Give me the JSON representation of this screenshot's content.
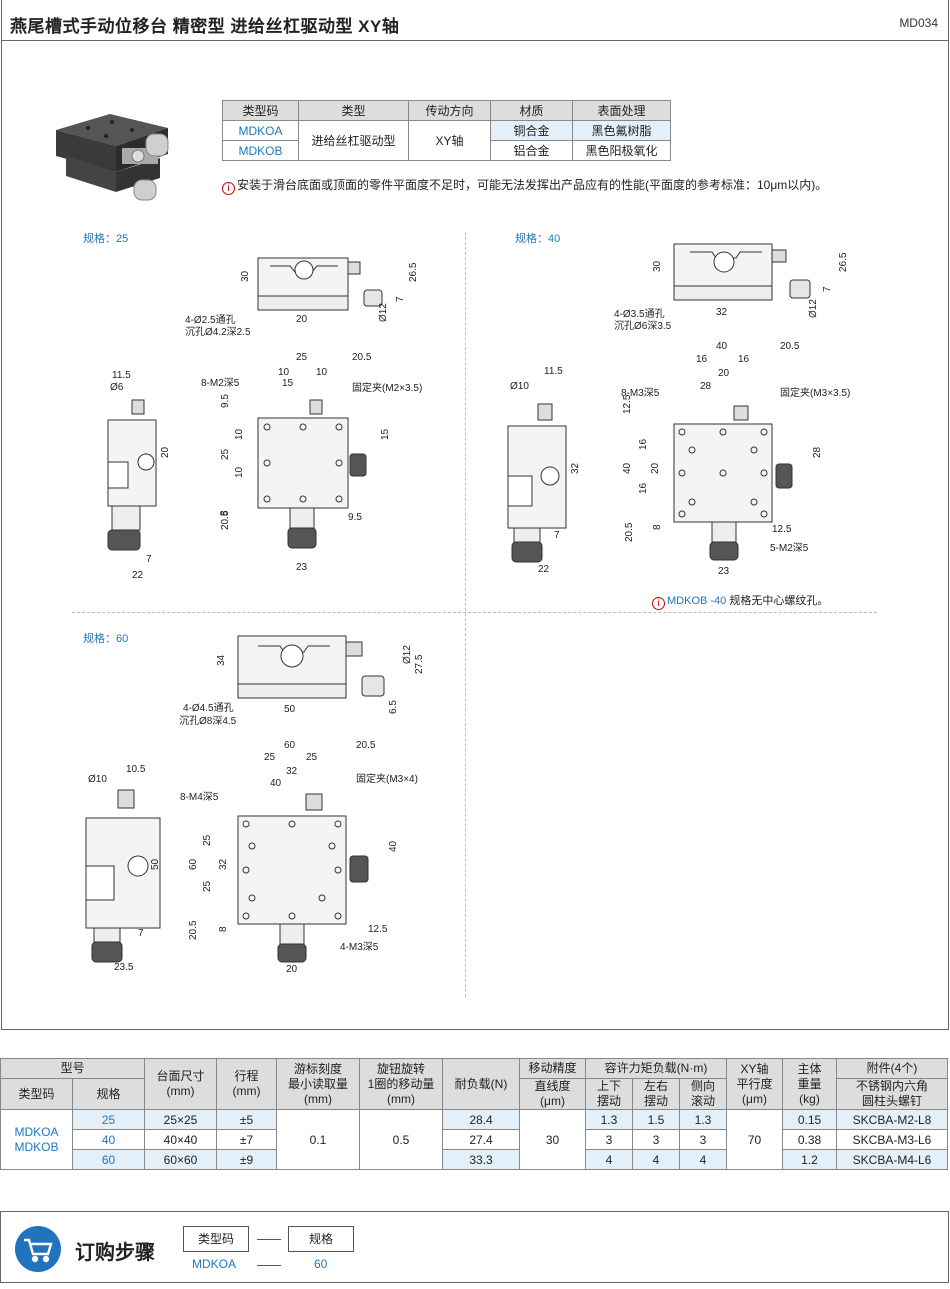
{
  "header": {
    "title": "燕尾槽式手动位移台 精密型  进给丝杠驱动型  XY轴",
    "code": "MD034"
  },
  "type_table": {
    "headers": [
      "类型码",
      "类型",
      "传动方向",
      "材质",
      "表面处理"
    ],
    "codes": [
      "MDKOA",
      "MDKOB"
    ],
    "type": "进给丝杠驱动型",
    "direction": "XY轴",
    "materials": [
      "铜合金",
      "铝合金"
    ],
    "finishes": [
      "黑色氟树脂",
      "黑色阳极氧化"
    ]
  },
  "warning": {
    "icon": "info-icon",
    "text": "安装于滑台底面或顶面的零件平面度不足时，可能无法发挥出产品应有的性能(平面度的参考标准：10μm以内)。"
  },
  "drawings": {
    "s25": {
      "label": "规格：25",
      "holes1": "4-Ø2.5通孔",
      "holes2": "沉孔Ø4.2深2.5",
      "tap": "8-M2深5",
      "clamp": "固定夹(M2×3.5)",
      "d": [
        "30",
        "26.5",
        "7",
        "Ø12",
        "20",
        "11.5",
        "Ø6",
        "20",
        "25",
        "20.5",
        "10",
        "10",
        "15",
        "9.5",
        "10",
        "25",
        "10",
        "15",
        "8",
        "20.5",
        "9.5",
        "23",
        "7",
        "22"
      ]
    },
    "s40": {
      "label": "规格：40",
      "holes1": "4-Ø3.5通孔",
      "holes2": "沉孔Ø6深3.5",
      "tap": "8-M3深5",
      "clamp": "固定夹(M3×3.5)",
      "tap2": "5-M2深5",
      "d": [
        "30",
        "26.5",
        "7",
        "Ø12",
        "32",
        "11.5",
        "Ø10",
        "32",
        "40",
        "20.5",
        "16",
        "16",
        "20",
        "28",
        "12.5",
        "16",
        "20",
        "40",
        "16",
        "28",
        "8",
        "20.5",
        "12.5",
        "7",
        "22",
        "23"
      ],
      "note_code": "MDKOB -40",
      "note_text": " 规格无中心螺纹孔。"
    },
    "s60": {
      "label": "规格：60",
      "holes1": "4-Ø4.5通孔",
      "holes2": "沉孔Ø8深4.5",
      "tap": "8-M4深5",
      "clamp": "固定夹(M3×4)",
      "tap2": "4-M3深5",
      "d": [
        "34",
        "Ø12",
        "27.5",
        "6.5",
        "50",
        "10.5",
        "Ø10",
        "50",
        "60",
        "20.5",
        "25",
        "25",
        "32",
        "40",
        "40",
        "25",
        "32",
        "60",
        "25",
        "8",
        "20.5",
        "12.5",
        "7",
        "23.5",
        "20"
      ]
    }
  },
  "spec_table": {
    "h": {
      "model": "型号",
      "code": "类型码",
      "size": "规格",
      "table": "台面尺寸\n(mm)",
      "stroke": "行程\n(mm)",
      "vernier": "游标刻度\n最小读取量\n(mm)",
      "knob": "旋钮旋转\n1圈的移动量\n(mm)",
      "load": "耐负载(N)",
      "accuracy": "移动精度",
      "straight": "直线度\n(μm)",
      "moment": "容许力矩负载(N·m)",
      "pitch": "上下\n摆动",
      "yaw": "左右\n摆动",
      "roll": "侧向\n滚动",
      "parallel": "XY轴\n平行度\n(μm)",
      "weight": "主体\n重量\n(kg)",
      "acc": "附件(4个)",
      "screw": "不锈钢内六角\n圆柱头螺钉"
    },
    "codes": "MDKOA\nMDKOB",
    "vernier": "0.1",
    "knob": "0.5",
    "straight": "30",
    "parallel": "70",
    "rows": [
      {
        "size": "25",
        "table": "25×25",
        "stroke": "±5",
        "load": "28.4",
        "pitch": "1.3",
        "yaw": "1.5",
        "roll": "1.3",
        "weight": "0.15",
        "screw": "SKCBA-M2-L8"
      },
      {
        "size": "40",
        "table": "40×40",
        "stroke": "±7",
        "load": "27.4",
        "pitch": "3",
        "yaw": "3",
        "roll": "3",
        "weight": "0.38",
        "screw": "SKCBA-M3-L6"
      },
      {
        "size": "60",
        "table": "60×60",
        "stroke": "±9",
        "load": "33.3",
        "pitch": "4",
        "yaw": "4",
        "roll": "4",
        "weight": "1.2",
        "screw": "SKCBA-M4-L6"
      }
    ]
  },
  "order": {
    "title": "订购步骤",
    "box1": "类型码",
    "box2": "规格",
    "val1": "MDKOA",
    "val2": "60",
    "icon": "cart-icon"
  }
}
